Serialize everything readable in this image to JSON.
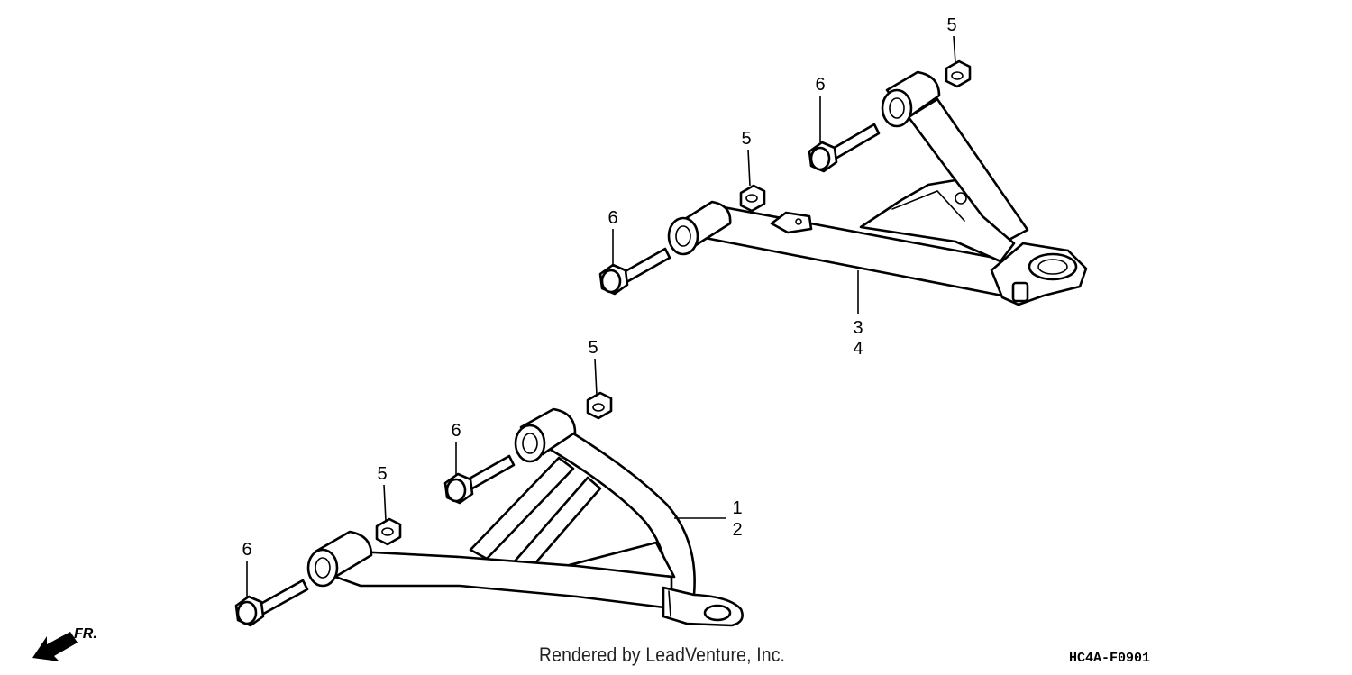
{
  "diagram": {
    "callouts": {
      "upper_nut_top": "5",
      "upper_bolt_top": "6",
      "upper_nut_mid": "5",
      "upper_bolt_left": "6",
      "upper_arm_a": "3",
      "upper_arm_b": "4",
      "lower_nut_top": "5",
      "lower_bolt_top": "6",
      "lower_nut_mid": "5",
      "lower_bolt_left": "6",
      "lower_arm_a": "1",
      "lower_arm_b": "2"
    },
    "direction_label": "FR."
  },
  "footer": {
    "credit": "Rendered by LeadVenture, Inc.",
    "code": "HC4A-F0901"
  }
}
